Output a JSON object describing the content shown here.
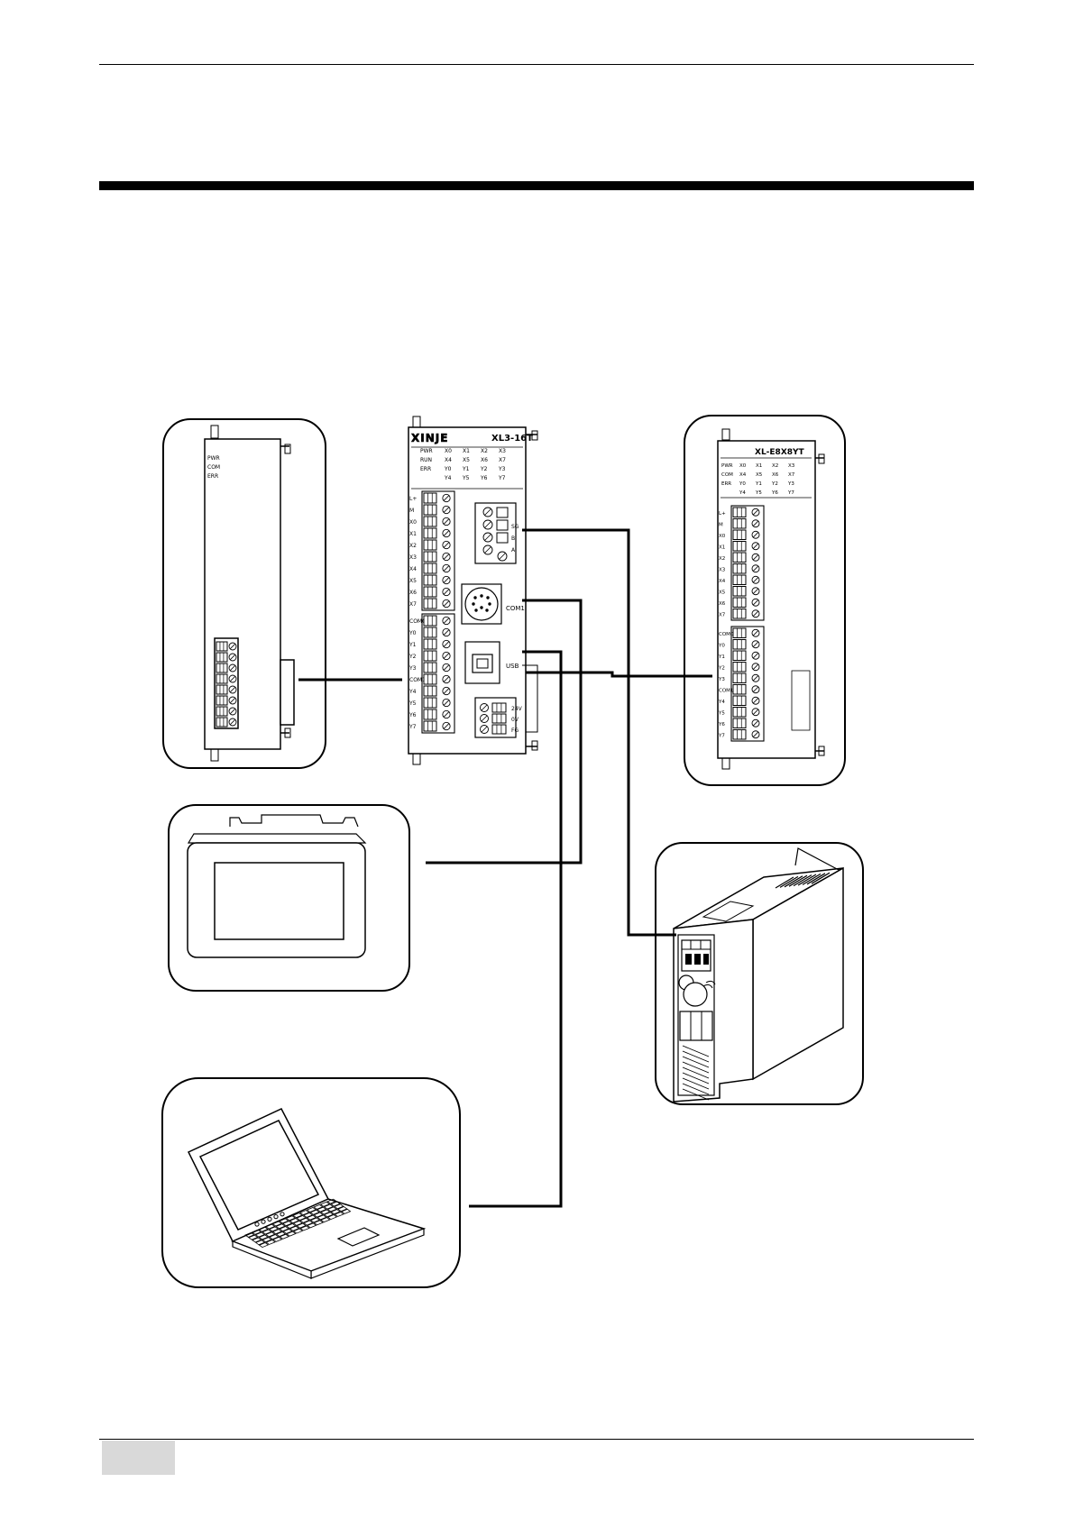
{
  "cpu": {
    "model": "XL3-16T",
    "brand": "XINJE",
    "led_rows": [
      [
        "PWR",
        "X0",
        "X1",
        "X2",
        "X3"
      ],
      [
        "RUN",
        "X4",
        "X5",
        "X6",
        "X7"
      ],
      [
        "ERR",
        "Y0",
        "Y1",
        "Y2",
        "Y3"
      ],
      [
        "",
        "Y4",
        "Y5",
        "Y6",
        "Y7"
      ]
    ],
    "terminals_top": [
      "L+",
      "M",
      "X0",
      "X1",
      "X2",
      "X3",
      "X4",
      "X5",
      "X6",
      "X7"
    ],
    "terminals_bottom": [
      "COM0",
      "Y0",
      "Y1",
      "Y2",
      "Y3",
      "COM1",
      "Y4",
      "Y5",
      "Y6",
      "Y7"
    ],
    "rs485_labels": [
      "SG",
      "B",
      "A"
    ],
    "com_label": "COM1",
    "usb_label": "USB",
    "power_labels": [
      "24V",
      "0V",
      "FG"
    ]
  },
  "left_module": {
    "leds": [
      "PWR",
      "COM",
      "ERR"
    ]
  },
  "expansion": {
    "model": "XL-E8X8YT",
    "led_rows": [
      [
        "PWR",
        "X0",
        "X1",
        "X2",
        "X3"
      ],
      [
        "COM",
        "X4",
        "X5",
        "X6",
        "X7"
      ],
      [
        "ERR",
        "Y0",
        "Y1",
        "Y2",
        "Y3"
      ],
      [
        "",
        "Y4",
        "Y5",
        "Y6",
        "Y7"
      ]
    ],
    "terminals_top": [
      "L+",
      "M",
      "X0",
      "X1",
      "X2",
      "X3",
      "X4",
      "X5",
      "X6",
      "X7"
    ],
    "terminals_bottom": [
      "COM0",
      "Y0",
      "Y1",
      "Y2",
      "Y3",
      "COM1",
      "Y4",
      "Y5",
      "Y6",
      "Y7"
    ]
  },
  "colors": {
    "ink": "#000000",
    "rule": "#000000",
    "page_tab": "#d9d9d9",
    "background": "#ffffff"
  }
}
